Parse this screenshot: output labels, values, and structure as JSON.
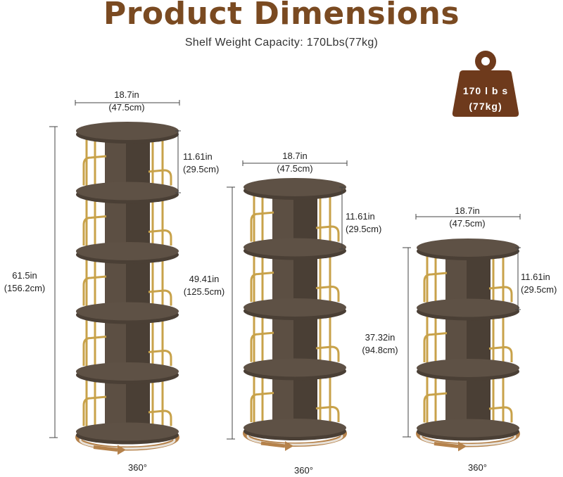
{
  "title": "Product Dimensions",
  "subtitle": "Shelf  Weight Capacity: 170Lbs(77kg)",
  "weight_badge": {
    "line1": "170 l b s",
    "line2": "(77kg)",
    "color": "#6e3a1c"
  },
  "colors": {
    "wood": "#5e5145",
    "wood_dark": "#4a3f35",
    "gold": "#c8a24a",
    "base_ring": "#b5824b",
    "dim_line": "#444444"
  },
  "towers": [
    {
      "width_in": "18.7in",
      "width_cm": "(47.5cm)",
      "shelf_h_in": "11.61in",
      "shelf_h_cm": "(29.5cm)",
      "height_in": "61.5in",
      "height_cm": "(156.2cm)",
      "rotation": "360°",
      "tiers": 5
    },
    {
      "width_in": "18.7in",
      "width_cm": "(47.5cm)",
      "shelf_h_in": "11.61in",
      "shelf_h_cm": "(29.5cm)",
      "height_in": "49.41in",
      "height_cm": "(125.5cm)",
      "rotation": "360°",
      "tiers": 4
    },
    {
      "width_in": "18.7in",
      "width_cm": "(47.5cm)",
      "shelf_h_in": "11.61in",
      "shelf_h_cm": "(29.5cm)",
      "height_in": "37.32in",
      "height_cm": "(94.8cm)",
      "rotation": "360°",
      "tiers": 3
    }
  ]
}
